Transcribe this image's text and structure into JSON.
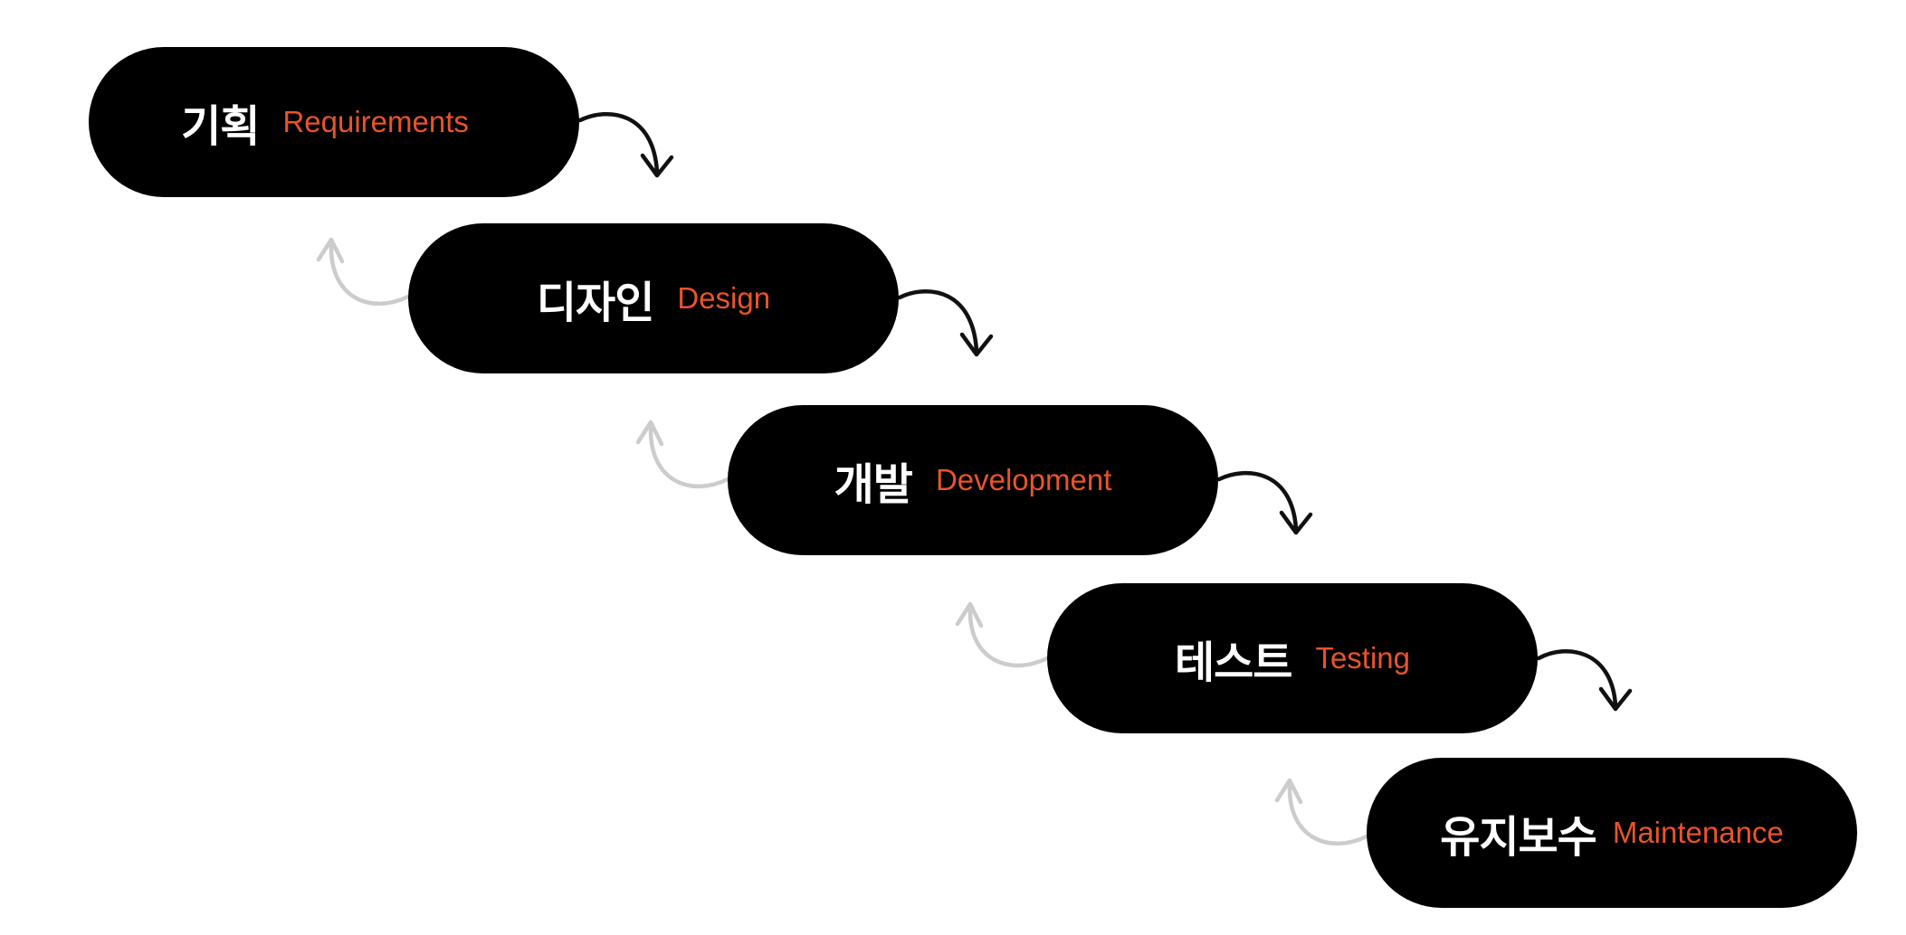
{
  "colors": {
    "pill_background": "#000000",
    "korean_text": "#ffffff",
    "english_text": "#e8542a",
    "forward_arrow": "#111111",
    "feedback_arrow": "#cccccc"
  },
  "stages": [
    {
      "korean": "기획",
      "english": "Requirements"
    },
    {
      "korean": "디자인",
      "english": "Design"
    },
    {
      "korean": "개발",
      "english": "Development"
    },
    {
      "korean": "테스트",
      "english": "Testing"
    },
    {
      "korean": "유지보수",
      "english": "Maintenance"
    }
  ],
  "arrows": {
    "forward_icon": "curved-arrow-down-icon",
    "feedback_icon": "curved-arrow-up-icon"
  }
}
